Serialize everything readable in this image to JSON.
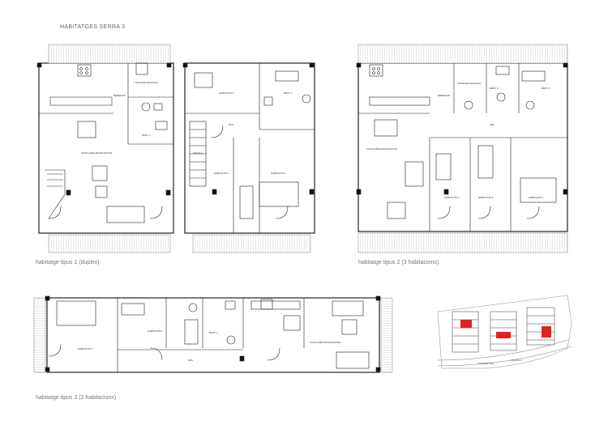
{
  "header": {
    "title": "HABITATGES SERRA 3"
  },
  "captions": {
    "plan1": "habitatge tipus 1 (duplex)",
    "plan2": "habitatge tipus 2 (3 habitacions)",
    "plan3": "habitatge tipus 3 (2 habitacions)"
  },
  "colors": {
    "line": "#222222",
    "wall": "#111111",
    "terrace": "#bbbbbb",
    "highlight": "#e32020"
  },
  "rooms": {
    "plan1": {
      "tasseter": "TRASTER ENVASOS",
      "rebedor": "REBEDOR",
      "bany": "BANY 1",
      "cuina": "CUINA-MENJADOR-ESTAR"
    },
    "plan1b": {
      "hab3": "HABITACIÓ 3",
      "bany2": "BANY 1",
      "pas": "PAS",
      "escala": "ESCALA",
      "hab2": "HABITACIÓ 2",
      "hab1": "HABITACIÓ 1"
    },
    "plan2": {
      "traster": "TRASTER ENVASOS",
      "rebedor": "REBEDOR",
      "bany2": "BANY 2",
      "bany1": "BANY 1",
      "pas": "PAS",
      "cuina": "CUINA-MENJADOR-ESTAR",
      "hab3": "HABITACIÓ 3",
      "hab2": "HABITACIÓ 2",
      "hab1": "HABITACIÓ 1"
    },
    "plan3": {
      "hab1": "HABITACIÓ 1",
      "hab2": "HABITACIÓ 2",
      "bany": "BANY 1",
      "pas": "PAS",
      "cuina": "CUINA-MENJADOR-ESTAR"
    }
  },
  "site": {
    "street1": "CARRER DEL",
    "street2": "AMERICA"
  }
}
